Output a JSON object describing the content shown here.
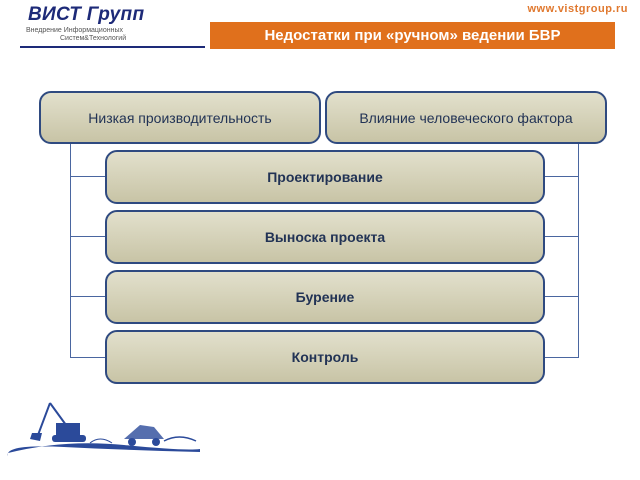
{
  "header": {
    "logo_title": "ВИСТ Групп",
    "logo_subtitle_line1": "Внедрение Информационных",
    "logo_subtitle_line2": "Систем&Технологий",
    "url": "www.vistgroup.ru",
    "banner_title": "Недостатки при «ручном» ведении БВР"
  },
  "diagram": {
    "top_nodes": [
      {
        "label": "Низкая производительность"
      },
      {
        "label": "Влияние человеческого фактора"
      }
    ],
    "steps": [
      {
        "label": "Проектирование"
      },
      {
        "label": "Выноска проекта"
      },
      {
        "label": "Бурение"
      },
      {
        "label": "Контроль"
      }
    ]
  },
  "colors": {
    "banner": "#e0701c",
    "url": "#e0782e",
    "logo": "#1d2a78",
    "box_border": "#2f4a80",
    "box_fill": "#d6d3bb",
    "connector": "#4a66a0"
  }
}
